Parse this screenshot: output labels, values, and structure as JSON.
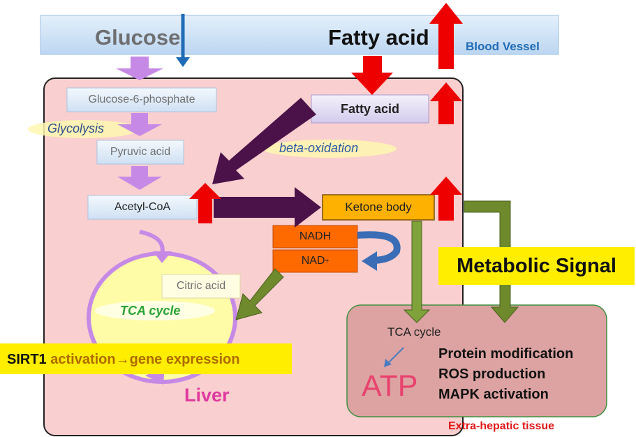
{
  "blood_vessel": {
    "label": "Blood Vessel",
    "glucose": "Glucose",
    "fatty_acid": "Fatty acid"
  },
  "liver": {
    "label": "Liver",
    "glucose_6_phosphate": "Glucose-6-phosphate",
    "glycolysis": "Glycolysis",
    "pyruvic_acid": "Pyruvic acid",
    "acetyl_coa": "Acetyl-CoA",
    "fatty_acid": "Fatty acid",
    "beta_oxidation": "beta-oxidation",
    "ketone_body": "Ketone body",
    "nadh": "NADH",
    "nad": "NAD",
    "nad_sup": "+",
    "citric_acid": "Citric acid",
    "tca_cycle": "TCA cycle"
  },
  "sirt1": {
    "name": "SIRT1",
    "text": "activation→gene expression"
  },
  "metabolic_signal": "Metabolic Signal",
  "extra_hepatic": {
    "label": "Extra-hepatic tissue",
    "tca_cycle": "TCA cycle",
    "atp": "ATP",
    "effects": [
      "Protein modification",
      "ROS production",
      "MAPK activation"
    ]
  },
  "colors": {
    "liver_bg": "#f9cfcf",
    "tissue_bg": "#dca3a2",
    "vessel_bg": "#cfe2f5",
    "purple_arrow": "#c68ae6",
    "dark_arrow": "#4b1249",
    "red_arrow": "#ee0000",
    "green_arrow": "#6f8a2c",
    "orange_box": "#ff6a00",
    "ketone_box": "#ffb100",
    "yellow_banner": "#ffee00",
    "blue_arrow": "#1f6bb5"
  }
}
